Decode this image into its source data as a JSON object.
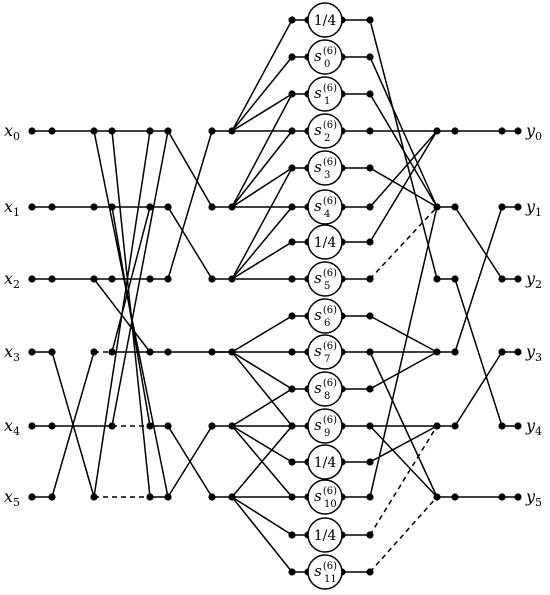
{
  "inputs": [
    {
      "var": "x",
      "sub": "0"
    },
    {
      "var": "x",
      "sub": "1"
    },
    {
      "var": "x",
      "sub": "2"
    },
    {
      "var": "x",
      "sub": "3"
    },
    {
      "var": "x",
      "sub": "4"
    },
    {
      "var": "x",
      "sub": "5"
    }
  ],
  "outputs": [
    {
      "var": "y",
      "sub": "0"
    },
    {
      "var": "y",
      "sub": "1"
    },
    {
      "var": "y",
      "sub": "2"
    },
    {
      "var": "y",
      "sub": "3"
    },
    {
      "var": "y",
      "sub": "4"
    },
    {
      "var": "y",
      "sub": "5"
    }
  ],
  "coefficients": [
    {
      "kind": "const",
      "text": "1/4"
    },
    {
      "kind": "s",
      "base": "s",
      "sub": "0",
      "sup": "(6)"
    },
    {
      "kind": "s",
      "base": "s",
      "sub": "1",
      "sup": "(6)"
    },
    {
      "kind": "s",
      "base": "s",
      "sub": "2",
      "sup": "(6)"
    },
    {
      "kind": "s",
      "base": "s",
      "sub": "3",
      "sup": "(6)"
    },
    {
      "kind": "s",
      "base": "s",
      "sub": "4",
      "sup": "(6)"
    },
    {
      "kind": "const",
      "text": "1/4"
    },
    {
      "kind": "s",
      "base": "s",
      "sub": "5",
      "sup": "(6)"
    },
    {
      "kind": "s",
      "base": "s",
      "sub": "6",
      "sup": "(6)"
    },
    {
      "kind": "s",
      "base": "s",
      "sub": "7",
      "sup": "(6)"
    },
    {
      "kind": "s",
      "base": "s",
      "sub": "8",
      "sup": "(6)"
    },
    {
      "kind": "s",
      "base": "s",
      "sub": "9",
      "sup": "(6)"
    },
    {
      "kind": "const",
      "text": "1/4"
    },
    {
      "kind": "s",
      "base": "s",
      "sub": "10",
      "sup": "(6)"
    },
    {
      "kind": "const",
      "text": "1/4"
    },
    {
      "kind": "s",
      "base": "s",
      "sub": "11",
      "sup": "(6)"
    }
  ]
}
